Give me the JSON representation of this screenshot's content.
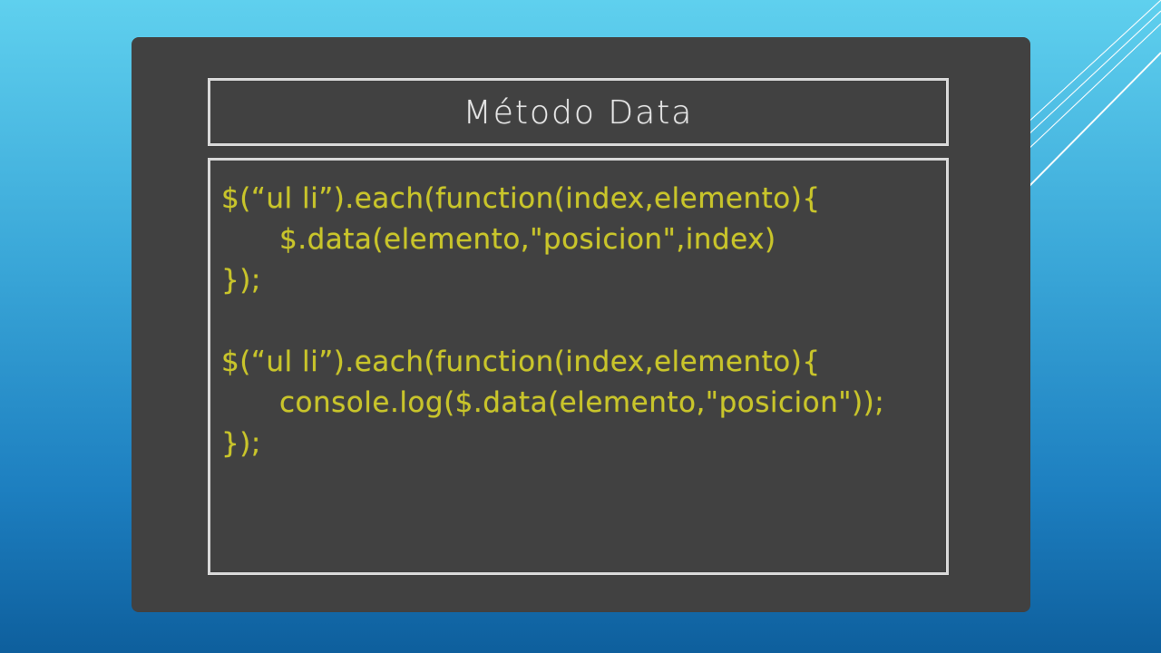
{
  "slide": {
    "title": "Método Data",
    "code_lines": [
      {
        "text": "$(“ul li”).each(function(index,elemento){",
        "indent": false
      },
      {
        "text": "$.data(elemento,\"posicion\",index)",
        "indent": true
      },
      {
        "text": "});",
        "indent": false
      },
      {
        "text": "",
        "indent": false
      },
      {
        "text": "$(“ul li”).each(function(index,elemento){",
        "indent": false
      },
      {
        "text": "console.log($.data(elemento,\"posicion\"));",
        "indent": true
      },
      {
        "text": "});",
        "indent": false
      }
    ]
  },
  "colors": {
    "board": "#414141",
    "frame": "#d9d9d9",
    "title_text": "#e6e6e6",
    "code_text": "#c9c52a",
    "background_top": "#5fd0ee",
    "background_bottom": "#0e5f9d"
  }
}
